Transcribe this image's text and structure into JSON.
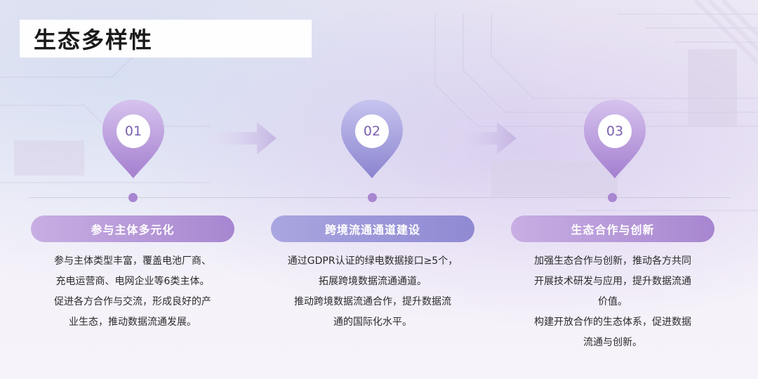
{
  "page": {
    "title": "生态多样性"
  },
  "colors": {
    "title_text": "#1a1a1a",
    "pill_col1": "#b797d6",
    "pill_col2": "#8f8ad2",
    "pill_col3": "#b797d6",
    "dot": "#a886d0",
    "number_text": "#7a5fb0"
  },
  "steps": [
    {
      "number": "01",
      "heading": "参与主体多元化",
      "lines": [
        "参与主体类型丰富，覆盖电池厂商、",
        "充电运营商、电网企业等6类主体。",
        "促进各方合作与交流，形成良好的产",
        "业生态，推动数据流通发展。"
      ]
    },
    {
      "number": "02",
      "heading": "跨境流通通道建设",
      "lines": [
        "通过GDPR认证的绿电数据接口≥5个，",
        "拓展跨境数据流通通道。",
        "推动跨境数据流通合作，提升数据流",
        "通的国际化水平。"
      ]
    },
    {
      "number": "03",
      "heading": "生态合作与创新",
      "lines": [
        "加强生态合作与创新，推动各方共同",
        "开展技术研发与应用，提升数据流通",
        "价值。",
        "构建开放合作的生态体系，促进数据",
        "流通与创新。"
      ]
    }
  ]
}
